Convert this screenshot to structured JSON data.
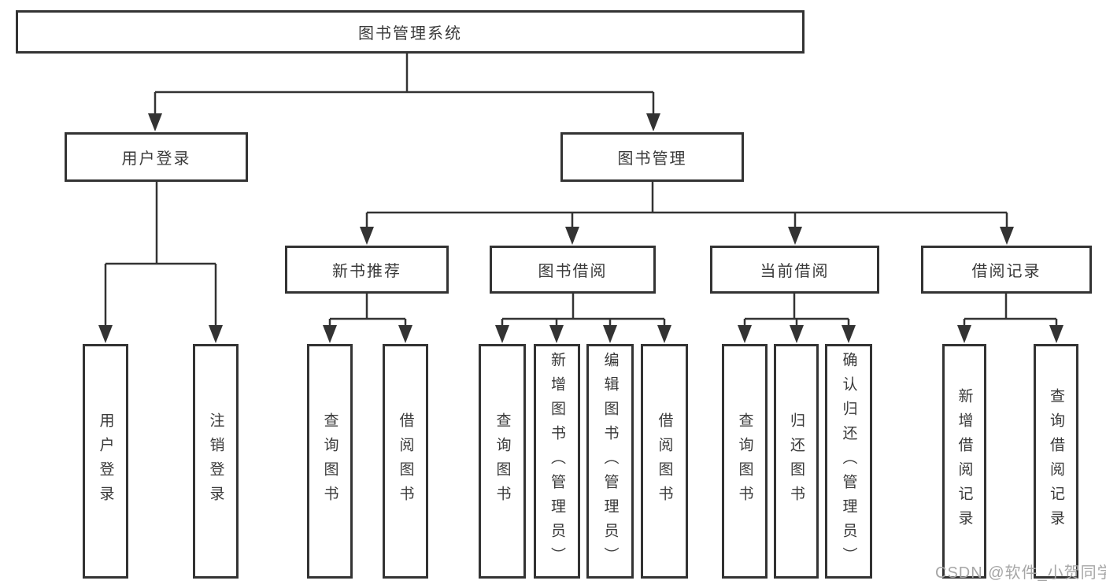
{
  "colors": {
    "line": "#333333",
    "box_border": "#333333",
    "text": "#3a3a3a",
    "watermark": "#a6a6a6",
    "background": "#ffffff"
  },
  "watermark": {
    "text": "CSDN @软件_小贺同学"
  },
  "tree": {
    "root": "图书管理系统",
    "user_login": {
      "label": "用户登录",
      "leaves": [
        "用户登录",
        "注销登录"
      ]
    },
    "book_mgmt": {
      "label": "图书管理",
      "groups": [
        {
          "label": "新书推荐",
          "leaves": [
            "查询图书",
            "借阅图书"
          ]
        },
        {
          "label": "图书借阅",
          "leaves": [
            "查询图书",
            "新增图书（管理员）",
            "编辑图书（管理员）",
            "借阅图书"
          ]
        },
        {
          "label": "当前借阅",
          "leaves": [
            "查询图书",
            "归还图书",
            "确认归还（管理员）"
          ]
        },
        {
          "label": "借阅记录",
          "leaves": [
            "新增借阅记录",
            "查询借阅记录"
          ]
        }
      ]
    }
  }
}
